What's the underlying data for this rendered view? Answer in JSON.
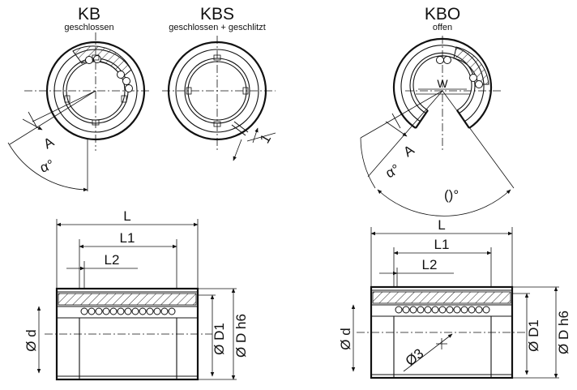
{
  "variants": {
    "kb": {
      "title": "KB",
      "subtitle": "geschlossen"
    },
    "kbs": {
      "title": "KBS",
      "subtitle": "geschlossen + geschlitzt"
    },
    "kbo": {
      "title": "KBO",
      "subtitle": "offen"
    }
  },
  "end_view_labels": {
    "kb_a": "A",
    "kb_angle": "α°",
    "kbs_slot": "1",
    "kbo_w": "W",
    "kbo_a": "A",
    "kbo_alpha": "α°",
    "kbo_opening": "()°"
  },
  "side_view_closed": {
    "L": "L",
    "L1": "L1",
    "L2": "L2",
    "d": "Ø d",
    "D1": "Ø D1",
    "D": "Ø D h6"
  },
  "side_view_open": {
    "L": "L",
    "L1": "L1",
    "L2": "L2",
    "d": "Ø d",
    "D1": "Ø D1",
    "D": "Ø D h6",
    "hole": "Ø3"
  }
}
